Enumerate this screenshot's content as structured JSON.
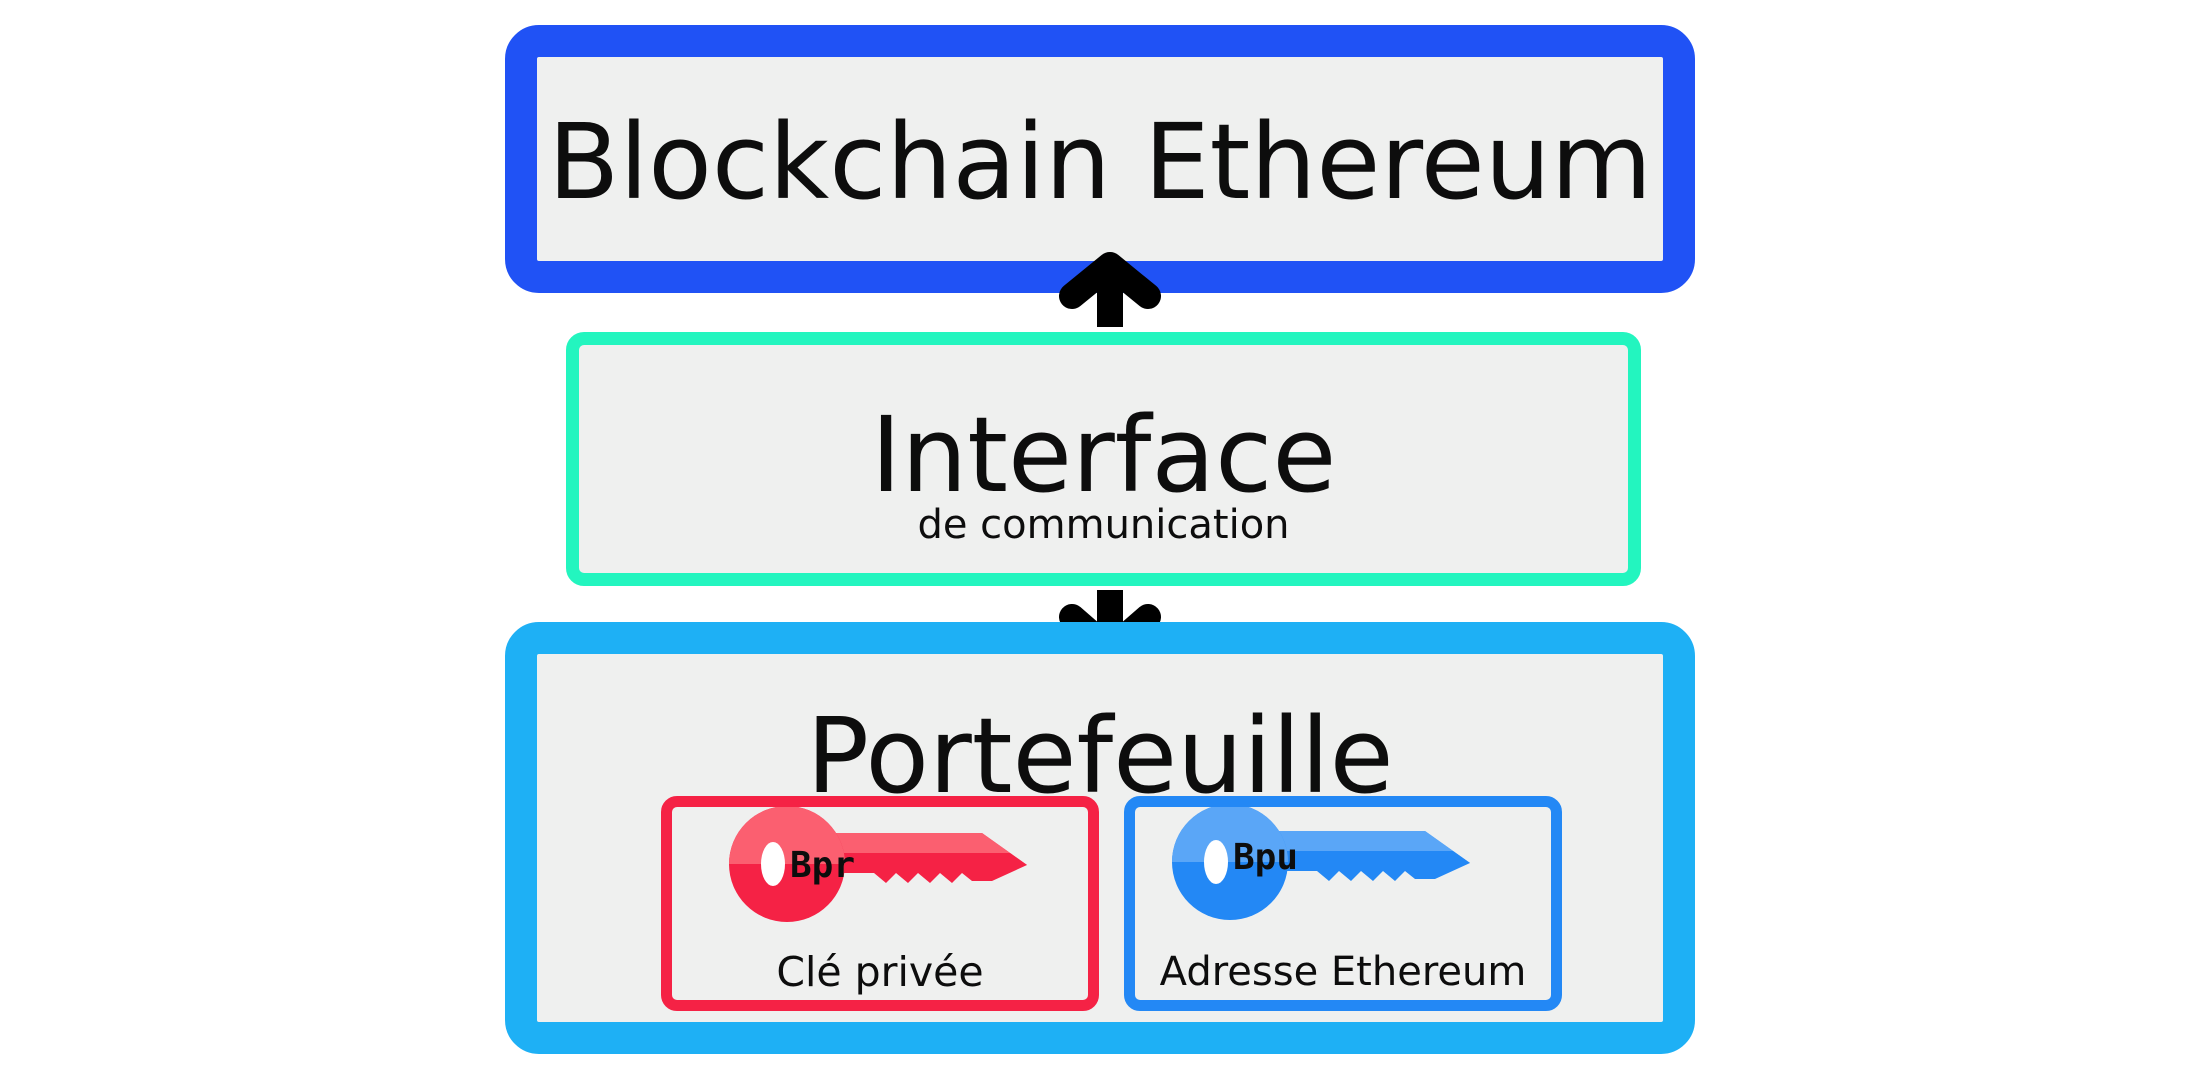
{
  "diagram": {
    "blockchain": {
      "title": "Blockchain Ethereum",
      "border_color": "#2052f5"
    },
    "interface": {
      "title": "Interface",
      "subtitle": "de communication",
      "border_color": "#23f5bf"
    },
    "wallet": {
      "title": "Portefeuille",
      "border_color": "#1eb0f5",
      "private_key": {
        "badge": "Bpr",
        "label": "Clé privée",
        "icon": "key-icon",
        "color": "#f52245"
      },
      "public_key": {
        "badge": "Bpu",
        "label": "Adresse Ethereum",
        "icon": "key-icon",
        "color": "#2388f5"
      }
    },
    "arrows": [
      {
        "from": "interface",
        "to": "blockchain",
        "direction": "up"
      },
      {
        "from": "interface",
        "to": "wallet",
        "direction": "down"
      }
    ]
  }
}
